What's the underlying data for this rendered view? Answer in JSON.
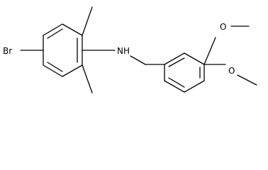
{
  "molecule": {
    "atoms": {
      "bromine": "Br",
      "amine": "NH",
      "oxygen_upper": "O",
      "oxygen_lower": "O"
    }
  },
  "colors": {
    "bond": "#000000",
    "label": "#000000",
    "background": "#ffffff"
  }
}
